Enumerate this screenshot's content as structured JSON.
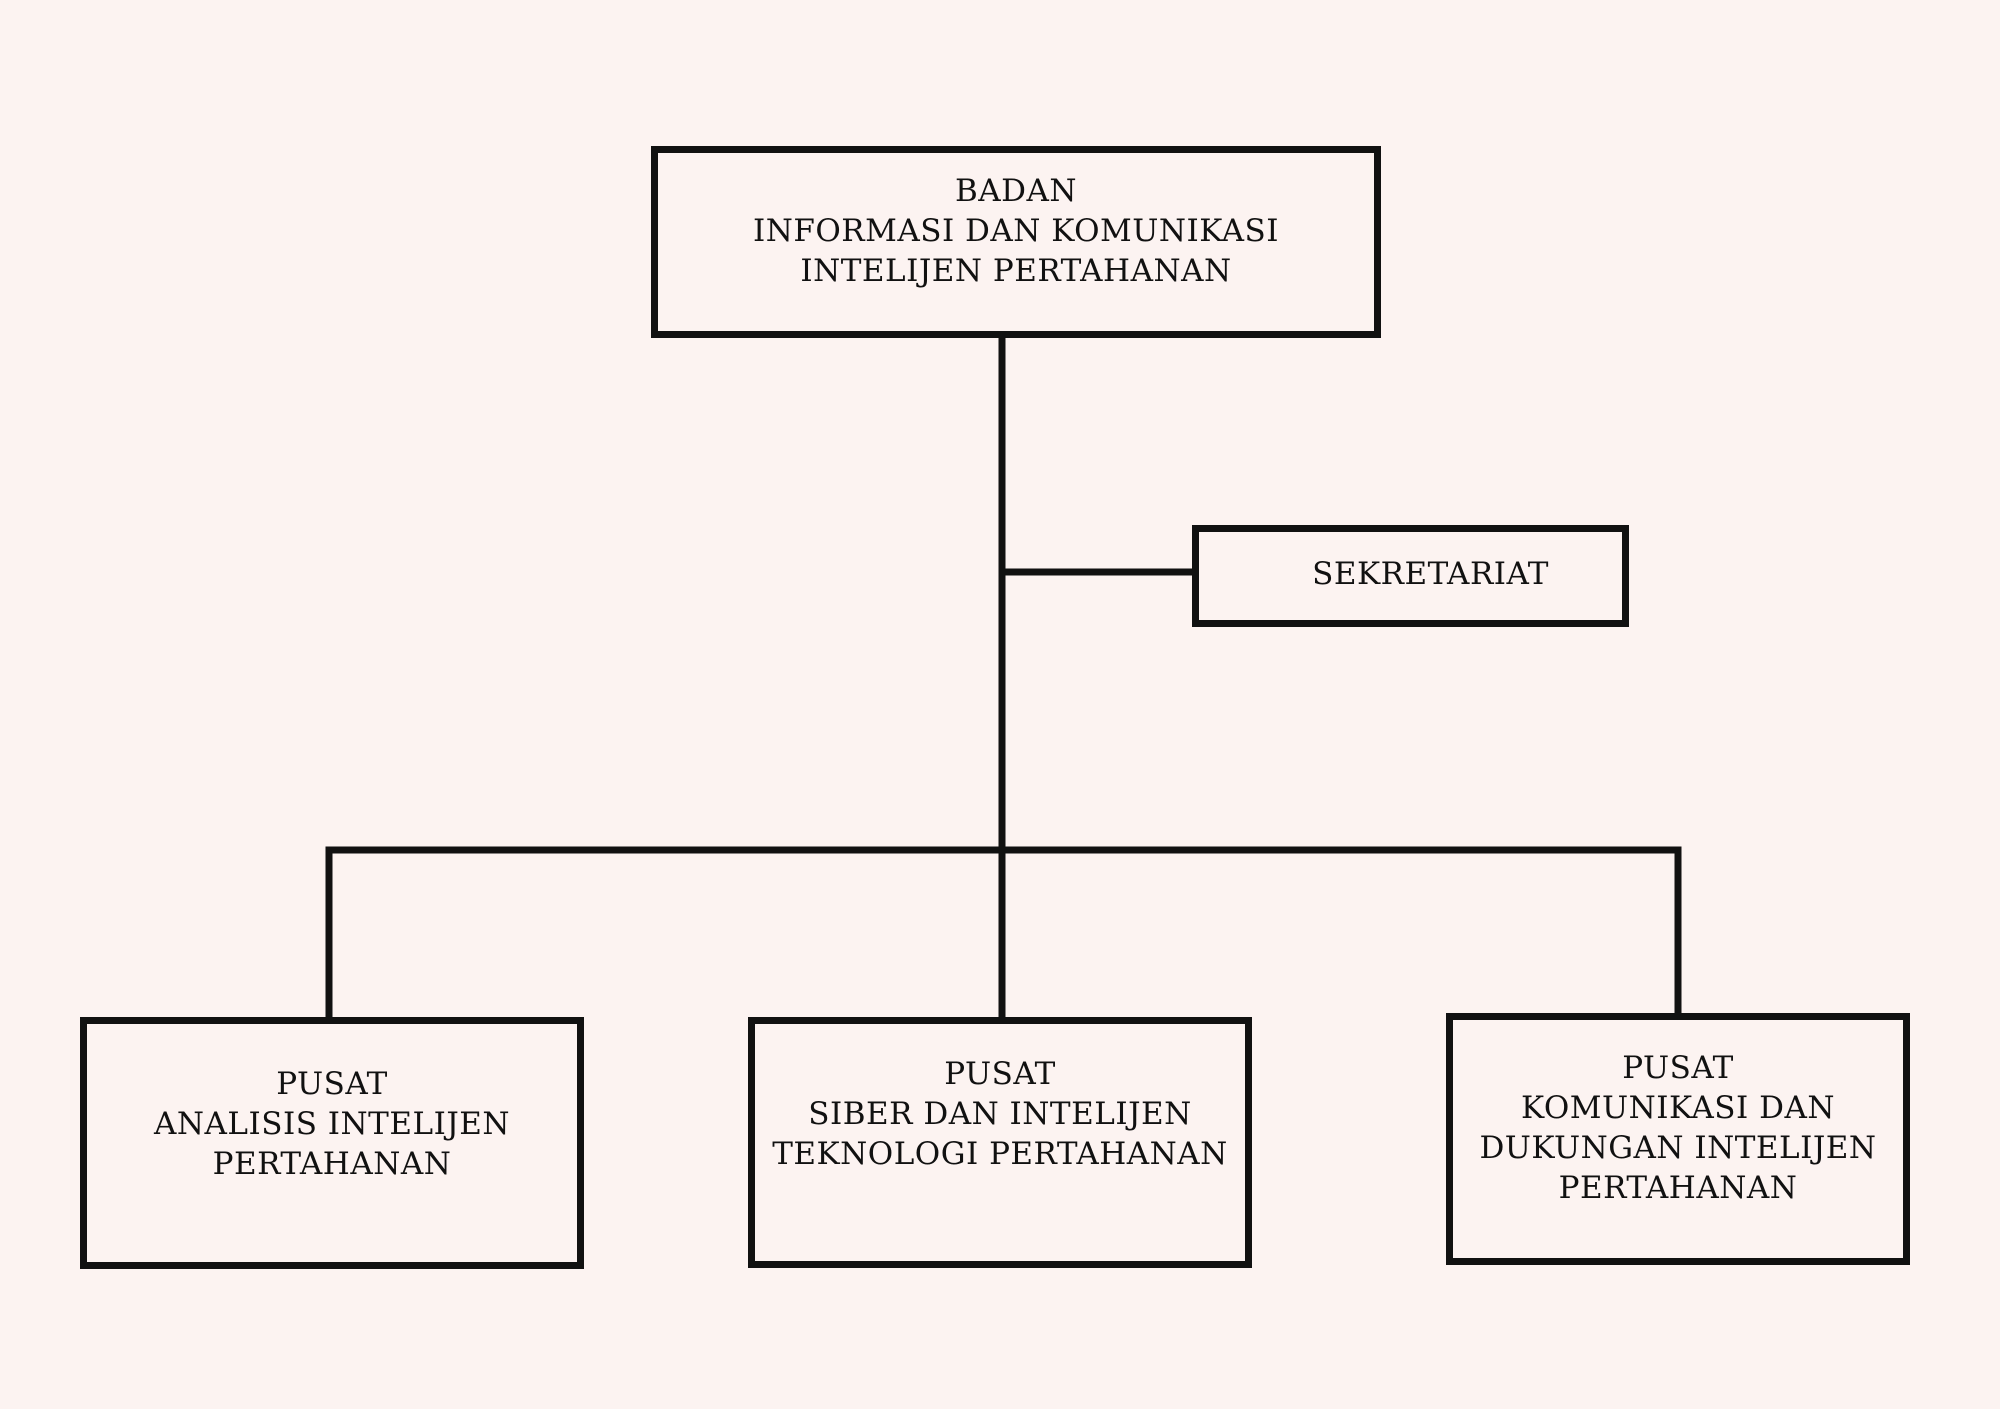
{
  "diagram": {
    "line_color": "#111111",
    "background_color": "#fcf3f1",
    "nodes": {
      "root": {
        "lines": [
          "BADAN",
          "INFORMASI DAN KOMUNIKASI",
          "INTELIJEN PERTAHANAN"
        ]
      },
      "sekretariat": {
        "lines": [
          "SEKRETARIAT"
        ]
      },
      "analisis": {
        "lines": [
          "PUSAT",
          "ANALISIS INTELIJEN",
          "PERTAHANAN"
        ]
      },
      "siber": {
        "lines": [
          "PUSAT",
          "SIBER DAN INTELIJEN",
          "TEKNOLOGI PERTAHANAN"
        ]
      },
      "komunikasi": {
        "lines": [
          "PUSAT",
          "KOMUNIKASI DAN",
          "DUKUNGAN INTELIJEN",
          "PERTAHANAN"
        ]
      }
    }
  }
}
